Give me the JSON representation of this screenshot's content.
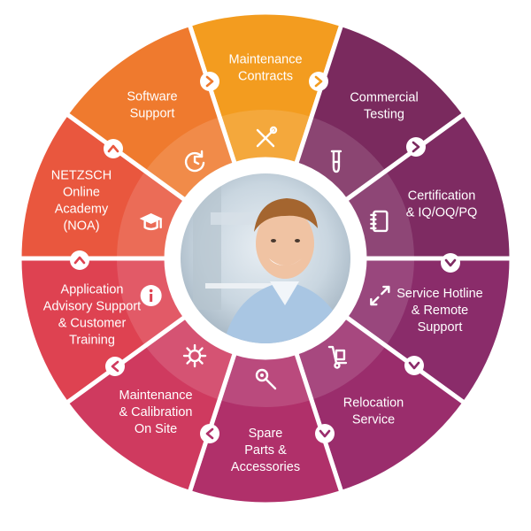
{
  "segments": [
    {
      "id": "maintenance-contracts",
      "lines": [
        "Maintenance",
        "Contracts"
      ],
      "color": "#f39c1f",
      "icon": "tools-icon",
      "chevron": "right"
    },
    {
      "id": "commercial-testing",
      "lines": [
        "Commercial",
        "Testing"
      ],
      "color": "#7a2a5e",
      "icon": "test-tube-icon",
      "chevron": "right"
    },
    {
      "id": "certification",
      "lines": [
        "Certification",
        "& IQ/OQ/PQ"
      ],
      "color": "#7e2b62",
      "icon": "notebook-icon",
      "chevron": "down"
    },
    {
      "id": "service-hotline",
      "lines": [
        "Service Hotline",
        "& Remote",
        "Support"
      ],
      "color": "#8a2c6a",
      "icon": "remote-arrows-icon",
      "chevron": "down"
    },
    {
      "id": "relocation-service",
      "lines": [
        "Relocation",
        "Service"
      ],
      "color": "#9a2d6c",
      "icon": "hand-truck-icon",
      "chevron": "down"
    },
    {
      "id": "spare-parts",
      "lines": [
        "Spare",
        "Parts &",
        "Accessories"
      ],
      "color": "#b0306a",
      "icon": "gear-wrench-icon",
      "chevron": "left"
    },
    {
      "id": "maintenance-calibration",
      "lines": [
        "Maintenance",
        "& Calibration",
        "On Site"
      ],
      "color": "#cf3a5f",
      "icon": "calibration-gear-icon",
      "chevron": "left"
    },
    {
      "id": "application-advisory",
      "lines": [
        "Application",
        "Advisory Support",
        "& Customer",
        "Training"
      ],
      "color": "#de4251",
      "icon": "info-icon",
      "chevron": "up"
    },
    {
      "id": "netzsch-academy",
      "lines": [
        "NETZSCH",
        "Online",
        "Academy",
        "(NOA)"
      ],
      "color": "#e9573e",
      "icon": "graduation-cap-icon",
      "chevron": "up"
    },
    {
      "id": "software-support",
      "lines": [
        "Software",
        "Support"
      ],
      "color": "#ef7a2e",
      "icon": "refresh-icon",
      "chevron": "right"
    }
  ],
  "center": {
    "photo": "smiling-technician-photo"
  }
}
